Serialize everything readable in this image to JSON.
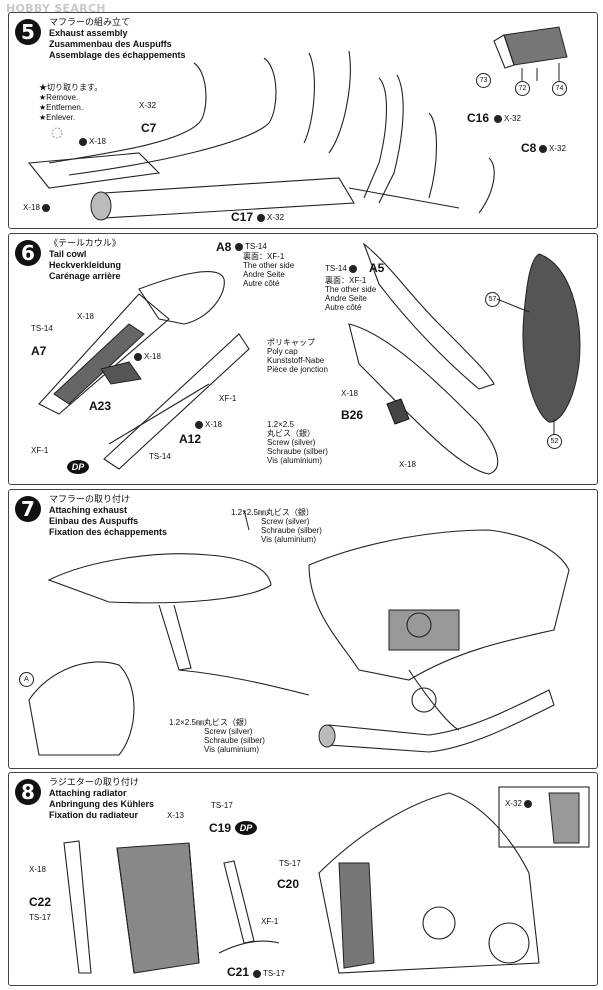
{
  "watermark": "HOBBY SEARCH",
  "step5": {
    "number": "5",
    "title_ja": "マフラーの組み立て",
    "title_en": "Exhaust assembly",
    "title_de": "Zusammenbau des Auspuffs",
    "title_fr": "Assemblage des échappements",
    "remove_ja": "★切り取ります。",
    "remove_en": "★Remove.",
    "remove_de": "★Entfernen.",
    "remove_fr": "★Enlever.",
    "paint_x32_a": "X-32",
    "part_c7": "C7",
    "paint_x18_a": "X-18",
    "paint_x18_b": "X-18",
    "part_c17": "C17",
    "paint_x32_b": "X-32",
    "part_c16": "C16",
    "paint_x32_c": "X-32",
    "part_c8": "C8",
    "paint_x32_d": "X-32",
    "decal_73": "73",
    "decal_72": "72",
    "decal_74": "74"
  },
  "step6": {
    "number": "6",
    "title_ja": "《テールカウル》",
    "title_en": "Tail cowl",
    "title_de": "Heckverkleidung",
    "title_fr": "Carénage arrière",
    "part_a8": "A8",
    "paint_ts14_a": "TS-14",
    "other_side_ja_a": "裏面：XF-1",
    "other_side_en_a": "The other side",
    "other_side_de_a": "Andre Seite",
    "other_side_fr_a": "Autre côté",
    "paint_ts14_b": "TS-14",
    "part_a5": "A5",
    "other_side_ja_b": "裏面：XF-1",
    "other_side_en_b": "The other side",
    "other_side_de_b": "Andre Seite",
    "other_side_fr_b": "Autre côté",
    "paint_ts14_c": "TS-14",
    "part_a7": "A7",
    "paint_x18_a": "X-18",
    "paint_x18_b": "X-18",
    "part_a23": "A23",
    "paint_xf1_a": "XF-1",
    "paint_xf1_b": "XF-1",
    "paint_x18_c": "X-18",
    "part_a12": "A12",
    "paint_ts14_d": "TS-14",
    "dp": "DP",
    "polycap_ja": "ポリキャップ",
    "polycap_en": "Poly cap",
    "polycap_de": "Kunststoff-Nabe",
    "polycap_fr": "Pièce de jonction",
    "paint_x18_d": "X-18",
    "part_b26": "B26",
    "screw_size": "1.2×2.5",
    "screw_ja": "丸ビス（銀）",
    "screw_en": "Screw (silver)",
    "screw_de": "Schraube (silber)",
    "screw_fr": "Vis (aluminium)",
    "paint_x18_e": "X-18",
    "decal_57": "57",
    "decal_52": "52"
  },
  "step7": {
    "number": "7",
    "title_ja": "マフラーの取り付け",
    "title_en": "Attaching exhaust",
    "title_de": "Einbau des Auspuffs",
    "title_fr": "Fixation des échappements",
    "screw_top_ja": "1.2×2.5㎜丸ビス（銀）",
    "screw_top_en": "Screw (silver)",
    "screw_top_de": "Schraube (silber)",
    "screw_top_fr": "Vis (aluminium)",
    "screw_bot_ja": "1.2×2.5㎜丸ビス（銀）",
    "screw_bot_en": "Screw (silver)",
    "screw_bot_de": "Schraube (silber)",
    "screw_bot_fr": "Vis (aluminium)",
    "callout_a": "A"
  },
  "step8": {
    "number": "8",
    "title_ja": "ラジエターの取り付け",
    "title_en": "Attaching radiator",
    "title_de": "Anbringung des Kühlers",
    "title_fr": "Fixation du radiateur",
    "paint_x13": "X-13",
    "paint_ts17_a": "TS-17",
    "part_c19": "C19",
    "dp": "DP",
    "paint_x18": "X-18",
    "paint_ts17_b": "TS-17",
    "part_c20": "C20",
    "part_c22": "C22",
    "paint_ts17_c": "TS-17",
    "paint_xf1": "XF-1",
    "part_c21": "C21",
    "paint_ts17_d": "TS-17",
    "paint_x32": "X-32"
  }
}
